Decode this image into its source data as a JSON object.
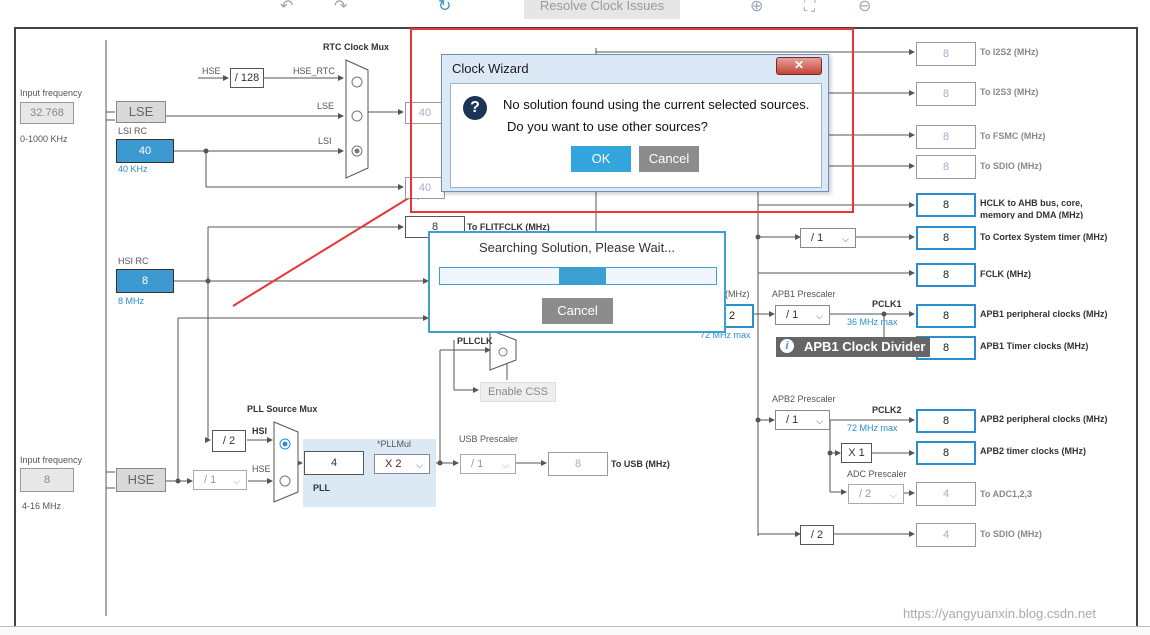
{
  "toolbar": {
    "resolve_label": "Resolve Clock Issues",
    "icons": [
      "undo-icon",
      "redo-icon",
      "refresh-icon",
      "zoom-in-icon",
      "fit-icon",
      "zoom-out-icon"
    ]
  },
  "left": {
    "input_freq_label_top": "Input frequency",
    "lse_freq": "32.768",
    "lse_range": "0-1000 KHz",
    "lse_label": "LSE",
    "lsi_rc_label": "LSI RC",
    "lsi_value": "40",
    "lsi_unit": "40 KHz",
    "hsi_rc_label": "HSI RC",
    "hsi_value": "8",
    "hsi_unit": "8 MHz",
    "input_freq_label_bottom": "Input frequency",
    "hse_freq": "8",
    "hse_range": "4-16 MHz",
    "hse_label": "HSE"
  },
  "rtc": {
    "mux_label": "RTC Clock Mux",
    "hse_label": "HSE",
    "div128": "/ 128",
    "hse_rtc": "HSE_RTC",
    "lse": "LSE",
    "lsi": "LSI",
    "to_rtc_value": "40",
    "to_iwdg_value": "40"
  },
  "flitf": {
    "value": "8",
    "label": "To FLITFCLK (MHz)"
  },
  "pll": {
    "source_mux_label": "PLL Source Mux",
    "div2": "/ 2",
    "hsi": "HSI",
    "hse": "HSE",
    "hse_div": "/ 1",
    "pllmul_label": "*PLLMul",
    "pll_in": "4",
    "pll_mul": "X 2",
    "pll_label": "PLL",
    "pllclk": "PLLCLK",
    "enable_css": "Enable CSS"
  },
  "usb": {
    "prescaler_label": "USB Prescaler",
    "div": "/ 1",
    "value": "8",
    "label": "To USB (MHz)"
  },
  "outputs": {
    "i2s2": {
      "value": "8",
      "label": "To I2S2 (MHz)"
    },
    "i2s3": {
      "value": "8",
      "label": "To I2S3 (MHz)"
    },
    "fsmc": {
      "value": "8",
      "label": "To FSMC (MHz)"
    },
    "sdio1": {
      "value": "8",
      "label": "To SDIO (MHz)"
    },
    "hclk": {
      "value": "8",
      "label": "HCLK to AHB bus, core, memory and DMA (MHz)"
    },
    "cortex_div": "/ 1",
    "cortex": {
      "value": "8",
      "label": "To Cortex System timer (MHz)"
    },
    "fclk": {
      "value": "8",
      "label": "FCLK (MHz)"
    },
    "mhz_hint": "(MHz)",
    "apb1_prescaler_label": "APB1 Prescaler",
    "apb1_div": "/ 1",
    "pclk1": "PCLK1",
    "pclk1_max": "36 MHz max",
    "hclk_max": "72 MHz max",
    "apb1_periph": {
      "value": "8",
      "label": "APB1 peripheral clocks (MHz)"
    },
    "apb1_timer": {
      "value": "8",
      "label": "APB1 Timer clocks (MHz)"
    },
    "apb2_prescaler_label": "APB2 Prescaler",
    "apb2_div": "/ 1",
    "pclk2": "PCLK2",
    "pclk2_max": "72 MHz max",
    "apb2_periph": {
      "value": "8",
      "label": "APB2 peripheral clocks (MHz)"
    },
    "x1": "X 1",
    "apb2_timer": {
      "value": "8",
      "label": "APB2 timer clocks (MHz)"
    },
    "adc_prescaler_label": "ADC Prescaler",
    "adc_div": "/ 2",
    "adc": {
      "value": "4",
      "label": "To ADC1,2,3"
    },
    "sdio_div": "/ 2",
    "sdio2": {
      "value": "4",
      "label": "To SDIO (MHz)"
    }
  },
  "tooltip": {
    "text": "APB1 Clock Divider"
  },
  "dialog": {
    "title": "Clock Wizard",
    "line1": "No solution found using the current selected sources.",
    "line2": "Do you want to use other sources?",
    "ok": "OK",
    "cancel": "Cancel"
  },
  "search": {
    "title": "Searching Solution, Please Wait...",
    "progress": 0.43,
    "progress_width": 0.17,
    "cancel": "Cancel"
  },
  "watermark": "https://yangyuanxin.blog.csdn.net"
}
